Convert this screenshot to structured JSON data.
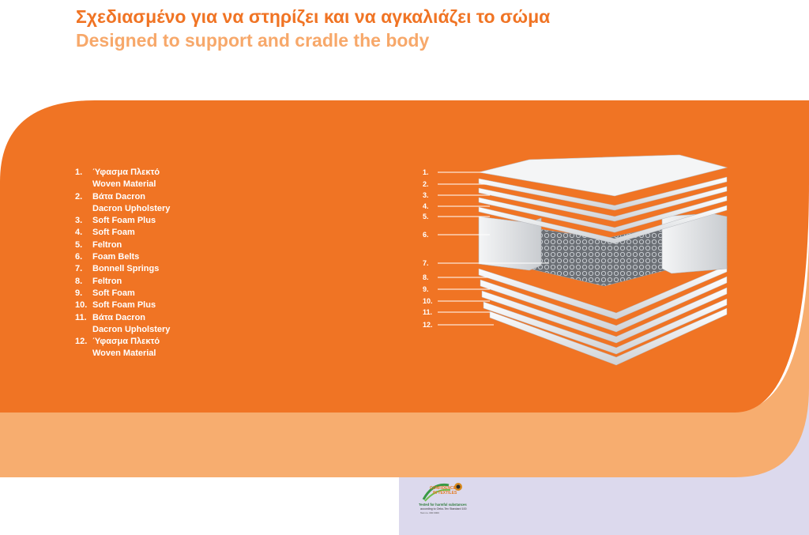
{
  "heading": {
    "title_el": "Σχεδιασμένο για να στηρίζει και να αγκαλιάζει το σώμα",
    "title_en": "Designed to support and cradle the body"
  },
  "colors": {
    "orange": "#f07424",
    "light_orange": "#f7ad6f",
    "lavender": "#dcd9ed",
    "white": "#ffffff"
  },
  "layers": [
    {
      "num": "1.",
      "lines": [
        "Ύφασμα Πλεκτό",
        "Woven Material"
      ]
    },
    {
      "num": "2.",
      "lines": [
        "Βάτα Dacron",
        "Dacron Upholstery"
      ]
    },
    {
      "num": "3.",
      "lines": [
        "Soft Foam Plus"
      ]
    },
    {
      "num": "4.",
      "lines": [
        "Soft Foam"
      ]
    },
    {
      "num": "5.",
      "lines": [
        "Feltron"
      ]
    },
    {
      "num": "6.",
      "lines": [
        "Foam Belts"
      ]
    },
    {
      "num": "7.",
      "lines": [
        "Bonnell Springs"
      ]
    },
    {
      "num": "8.",
      "lines": [
        "Feltron"
      ]
    },
    {
      "num": "9.",
      "lines": [
        "Soft Foam"
      ]
    },
    {
      "num": "10.",
      "lines": [
        "Soft Foam Plus"
      ]
    },
    {
      "num": "11.",
      "lines": [
        "Βάτα Dacron",
        "Dacron Upholstery"
      ]
    },
    {
      "num": "12.",
      "lines": [
        "Ύφασμα Πλεκτό",
        "Woven Material"
      ]
    }
  ],
  "callouts": [
    "1.",
    "2.",
    "3.",
    "4.",
    "5.",
    "6.",
    "7.",
    "8.",
    "9.",
    "10.",
    "11.",
    "12."
  ],
  "badge": {
    "line1": "CONFIDENCE",
    "line2": "IN TEXTILES",
    "line3": "Tested for harmful substances",
    "line4": "according to Oeko-Tex Standard 100",
    "line5": "Test no. 000 0000"
  }
}
